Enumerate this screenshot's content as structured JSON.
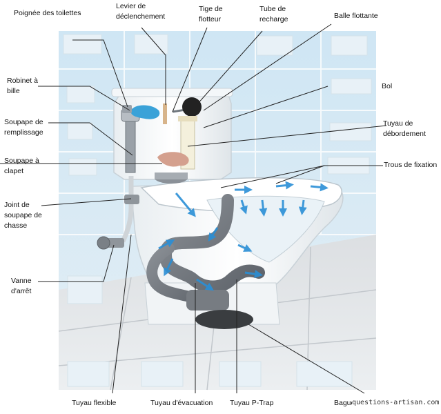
{
  "labels": {
    "poignee": "Poignée des toilettes",
    "levier": "Levier de\ndéclenchement",
    "tige": "Tige de\nflotteur",
    "tube": "Tube de\nrecharge",
    "balle": "Balle flottante",
    "robinet": "Robinet à\nbille",
    "bol": "Bol",
    "soupape_remplissage": "Soupape de\nremplissage",
    "debordement": "Tuyau de\ndébordement",
    "clapet": "Soupape à\nclapet",
    "trous": "Trous de fixation",
    "joint": "Joint de\nsoupape de\nchasse",
    "vanne": "Vanne\nd'arrêt",
    "flexible": "Tuyau flexible",
    "evacuation": "Tuyau d'évacuation",
    "ptrap": "Tuyau P-Trap",
    "bague": "Bague de cire"
  },
  "watermark": "questions-artisan.com"
}
